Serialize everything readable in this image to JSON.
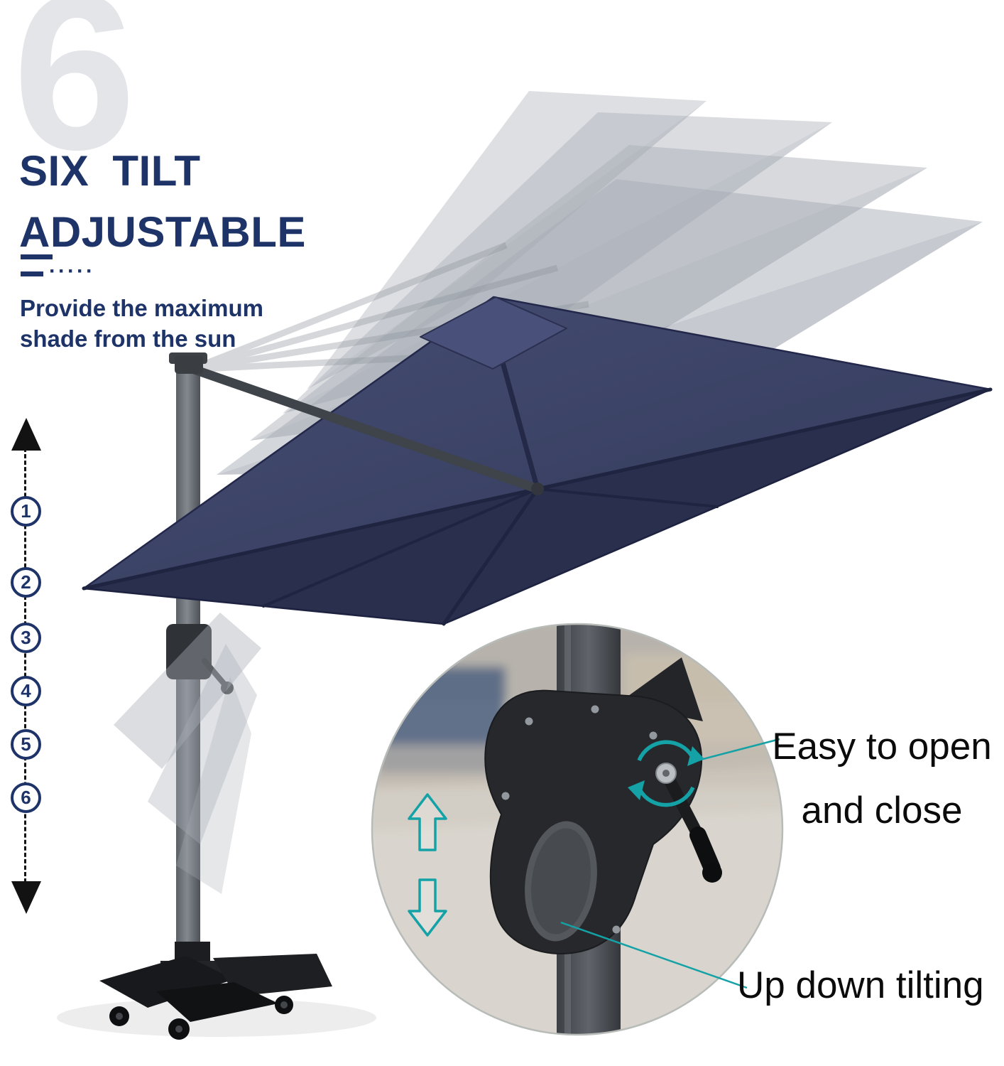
{
  "badge": {
    "number": "6"
  },
  "heading": {
    "line1": "SIX TILT",
    "line2": "ADJUSTABLE"
  },
  "decor": {
    "dots": "·····"
  },
  "subheading": {
    "line1": "Provide the maximum",
    "line2": "shade from the sun"
  },
  "tilt_scale": {
    "labels": [
      "1",
      "2",
      "3",
      "4",
      "5",
      "6"
    ]
  },
  "callouts": {
    "open_close_line1": "Easy to open",
    "open_close_line2": "and close",
    "up_down": "Up down tilting"
  },
  "colors": {
    "heading_navy": "#1e3468",
    "canopy_navy": "#3d4466",
    "canopy_shadow": "#2a2f4e",
    "ghost_gray": "#a9aeb7",
    "accent_teal": "#14a2a6",
    "big_number_gray": "#e3e5e9",
    "callout_text": "#0b0b0b"
  }
}
